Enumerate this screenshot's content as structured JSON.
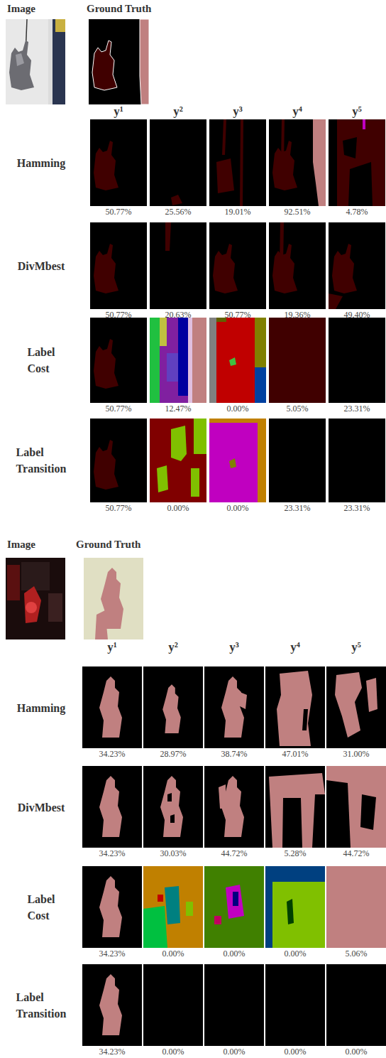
{
  "diagram": {
    "labels": [
      "Image",
      "Ground Truth",
      "y¹",
      "y²",
      "y³",
      "y⁴",
      "y⁵",
      "Hamming",
      "50.77%",
      "25.56%",
      "19.01%",
      "92.51%",
      "4.78%",
      "DivMbest",
      "50.77%",
      "20.63%",
      "50.77%",
      "19.36%",
      "49.40%",
      "Label Cost",
      "50.77%",
      "12.47%",
      "0.00%",
      "5.05%",
      "23.31%",
      "Label Transition",
      "50.77%",
      "0.00%",
      "0.00%",
      "23.31%",
      "23.31%",
      "Image",
      "Ground Truth",
      "y¹",
      "y²",
      "y³",
      "y⁴",
      "y⁵",
      "Hamming",
      "34.23%",
      "28.97%",
      "38.74%",
      "47.01%",
      "31.00%",
      "DivMbest",
      "34.23%",
      "30.03%",
      "44.72%",
      "5.28%",
      "44.72%",
      "Label Cost",
      "34.23%",
      "0.00%",
      "0.00%",
      "0.00%",
      "5.06%",
      "Label Transition",
      "34.23%",
      "0.00%",
      "0.00%",
      "0.00%",
      "0.00%"
    ]
  }
}
